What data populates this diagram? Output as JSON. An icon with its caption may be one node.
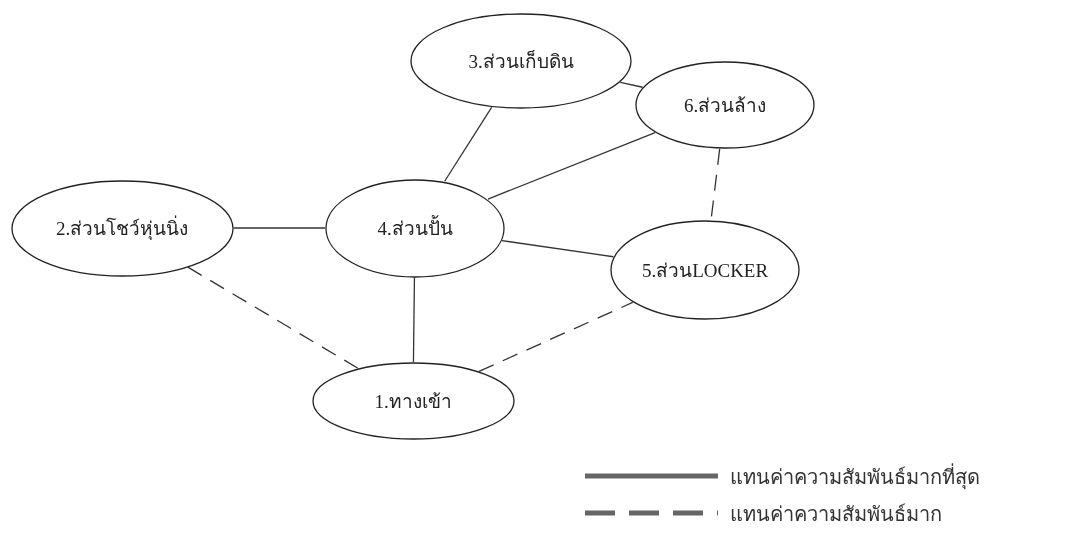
{
  "diagram": {
    "nodes": [
      {
        "text": [
          "3.ส่วนเก็บดิน"
        ]
      },
      {
        "text": [
          "6.ส่วนล้าง"
        ]
      },
      {
        "text": [
          "2.ส่วนโชว์หุ่นนิ่ง"
        ]
      },
      {
        "text": [
          "4.ส่วนปั้น"
        ]
      },
      {
        "text": [
          "5.ส่วนLOCKER"
        ]
      },
      {
        "text": [
          "1.ทางเข้า"
        ]
      }
    ],
    "edges": [
      {
        "from": 0,
        "to": 1,
        "arrow": "none"
      },
      {
        "from": 0,
        "to": 3,
        "arrow": "none"
      },
      {
        "from": 2,
        "to": 3,
        "arrow": "none"
      },
      {
        "from": 3,
        "to": 1,
        "arrow": "none"
      },
      {
        "from": 3,
        "to": 4,
        "arrow": "none"
      },
      {
        "from": 3,
        "to": 5,
        "arrow": "none"
      },
      {
        "from": 1,
        "to": 4,
        "arrow": "none",
        "style": "dashed"
      },
      {
        "from": 2,
        "to": 5,
        "arrow": "none",
        "style": "dashed"
      },
      {
        "from": 5,
        "to": 4,
        "arrow": "none",
        "style": "dashed"
      }
    ],
    "legend": [
      {
        "text": "แทนค่าความสัมพันธ์มากที่สุด"
      },
      {
        "text": "แทนค่าความสัมพันธ์มาก"
      }
    ]
  }
}
